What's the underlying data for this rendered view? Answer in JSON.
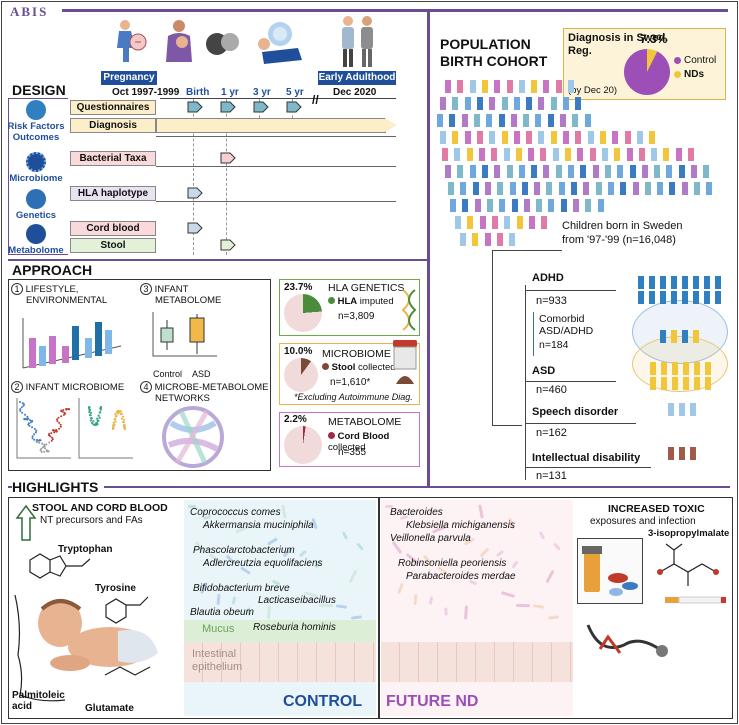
{
  "logo": "ABIS",
  "timeline": {
    "pregnancy": "Pregnancy",
    "early_adulthood": "Early Adulthood",
    "start": "Oct 1997-1999",
    "birth": "Birth",
    "y1": "1 yr",
    "y3": "3 yr",
    "y5": "5 yr",
    "end": "Dec 2020"
  },
  "design": {
    "title": "DESIGN",
    "categories": [
      "Risk Factors\nOutcomes",
      "Microbiome",
      "Genetics",
      "Metabolome"
    ],
    "rows": [
      "Questionnaires",
      "Diagnosis",
      "Bacterial Taxa",
      "HLA haplotype",
      "Cord blood",
      "Stool"
    ]
  },
  "population": {
    "title_l1": "POPULATION",
    "title_l2": "BIRTH COHORT",
    "diag_title_l1": "Diagnosis in Swed.",
    "diag_title_l2": "Reg.",
    "diag_note": "(by Dec 20)",
    "diag_pct": "7.3%",
    "legend_control": "Control",
    "legend_nds": "NDs",
    "children_l1": "Children born in Sweden",
    "children_l2": "from '97-'99 (n=16,048)"
  },
  "outcomes": {
    "adhd": "ADHD",
    "adhd_n": "n=933",
    "comorbid_l1": "Comorbid",
    "comorbid_l2": "ASD/ADHD",
    "comorbid_n": "n=184",
    "asd": "ASD",
    "asd_n": "n=460",
    "speech": "Speech disorder",
    "speech_n": "n=162",
    "id": "Intellectual disability",
    "id_n": "n=131"
  },
  "approach": {
    "title": "APPROACH",
    "p1_num": "1",
    "p1_l1": "LIFESTYLE,",
    "p1_l2": "ENVIRONMENTAL",
    "p2_num": "2",
    "p2": "INFANT MICROBIOME",
    "p3_num": "3",
    "p3_l1": "INFANT",
    "p3_l2": "METABOLOME",
    "p3_control": "Control",
    "p3_asd": "ASD",
    "p4_num": "4",
    "p4_l1": "MICROBE-METABOLOME",
    "p4_l2": "NETWORKS"
  },
  "cards": {
    "hla_pct": "23.7%",
    "hla_title": "HLA GENETICS",
    "hla_sub_b": "HLA",
    "hla_sub": " imputed",
    "hla_n": "n=3,809",
    "mic_pct": "10.0%",
    "mic_title": "MICROBIOME",
    "mic_sub_b": "Stool",
    "mic_sub": " collected",
    "mic_n": "n=1,610*",
    "mic_note": "*Excluding Autoimmune Diag.",
    "met_pct": "2.2%",
    "met_title": "METABOLOME",
    "met_sub_b": "Cord Blood",
    "met_sub": " collected",
    "met_n": "n=355"
  },
  "highlights": {
    "title": "HIGHLIGHTS",
    "stool_title": "STOOL AND CORD BLOOD",
    "stool_sub": "NT precursors and FAs",
    "tryptophan": "Tryptophan",
    "tyrosine": "Tyrosine",
    "palmitoleic_l1": "Palmitoleic",
    "palmitoleic_l2": "acid",
    "glutamate": "Glutamate",
    "control_taxa": [
      "Coprococcus comes",
      "Akkermansia muciniphila",
      "Phascolarctobacterium",
      "Adlercreutzia equolifaciens",
      "Bifidobacterium breve",
      "Lacticaseibacillus",
      "Blautia obeum",
      "Roseburia hominis"
    ],
    "mucus": "Mucus",
    "epithelium_l1": "Intestinal",
    "epithelium_l2": "epithelium",
    "control_label": "CONTROL",
    "nd_taxa": [
      "Bacteroides",
      "Klebsiella michiganensis",
      "Veillonella parvula",
      "Robinsoniella peoriensis",
      "Parabacteroides merdae"
    ],
    "nd_label": "FUTURE ND",
    "toxic_title": "INCREASED TOXIC",
    "toxic_sub": "exposures and infection",
    "isopropyl": "3-isopropylmalate"
  },
  "colors": {
    "purple": "#6a4c93",
    "blue": "#1f4e9a",
    "green": "#4a8c3a",
    "gold": "#e8b64a",
    "control_pie": "#9c4fb6",
    "nd_pie": "#f2c63a"
  }
}
